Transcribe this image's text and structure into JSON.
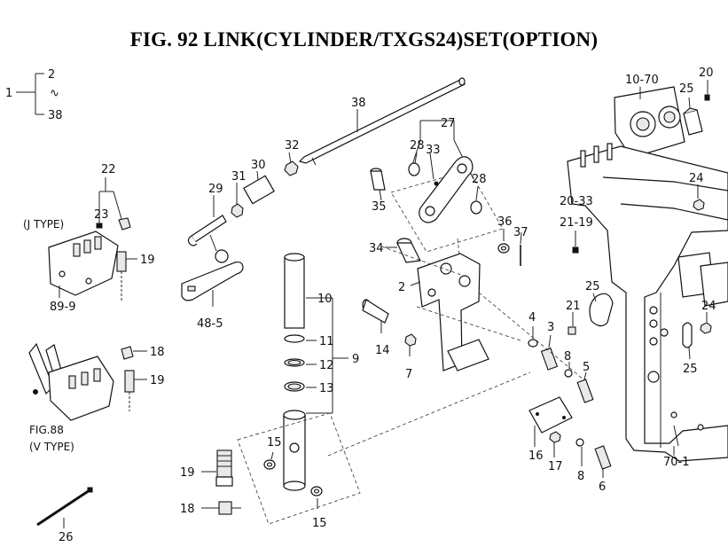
{
  "title": "FIG. 92  LINK(CYLINDER/TXGS24)SET(OPTION)",
  "legend": {
    "top": "2",
    "range": "∿",
    "bottom": "38",
    "assembly": "1"
  },
  "notes": {
    "j_type": "(J TYPE)",
    "fig_ref": "FIG.88",
    "v_type": "(V TYPE)"
  },
  "callouts": {
    "c38": "38",
    "c27": "27",
    "c28a": "28",
    "c28b": "28",
    "c33": "33",
    "c32": "32",
    "c31": "31",
    "c30": "30",
    "c29": "29",
    "c35": "35",
    "c36": "36",
    "c37": "37",
    "c34": "34",
    "c22": "22",
    "c23": "23",
    "c19a": "19",
    "c19b": "19",
    "c19c": "19",
    "c89_9": "89-9",
    "c48_5": "48-5",
    "c10": "10",
    "c11": "11",
    "c12": "12",
    "c13": "13",
    "c9": "9",
    "c2": "2",
    "c4": "4",
    "c3": "3",
    "c8a": "8",
    "c8b": "8",
    "c5": "5",
    "c14": "14",
    "c7": "7",
    "c18a": "18",
    "c18b": "18",
    "c15a": "15",
    "c15b": "15",
    "c16": "16",
    "c17": "17",
    "c6": "6",
    "c26": "26",
    "c10_70": "10-70",
    "c25a": "25",
    "c25b": "25",
    "c25c": "25",
    "c20": "20",
    "c24a": "24",
    "c24b": "24",
    "c20_33": "20-33",
    "c21_19": "21-19",
    "c21": "21",
    "c70_1": "70-1"
  }
}
